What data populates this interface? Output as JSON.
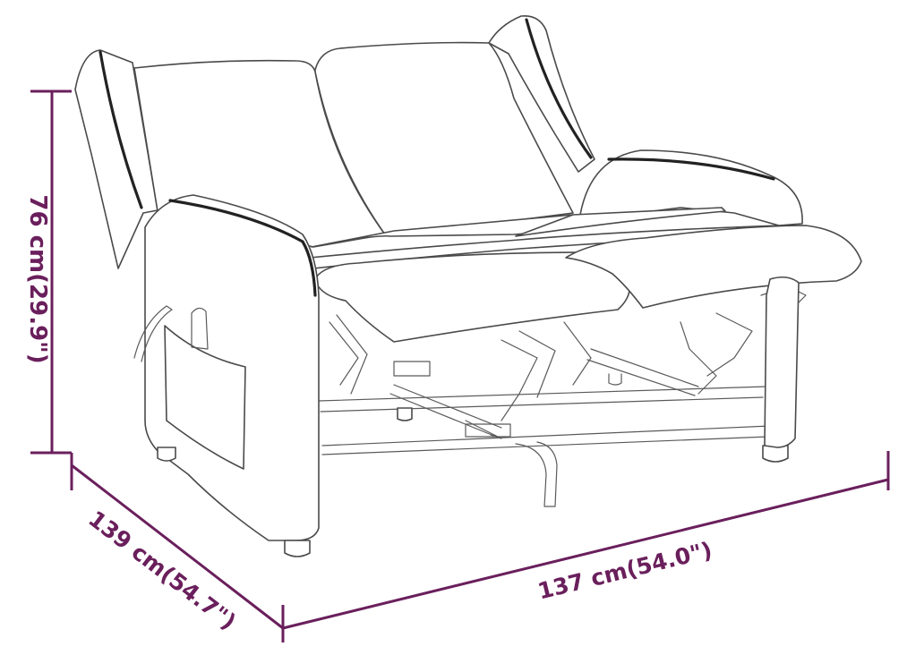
{
  "dimensions": {
    "height_label": "76 cm(29.9\")",
    "depth_label": "139 cm(54.7\")",
    "width_label": "137 cm(54.0\")"
  },
  "colors": {
    "dimension": "#6a1f5c",
    "outline": "#4a4a4a"
  }
}
